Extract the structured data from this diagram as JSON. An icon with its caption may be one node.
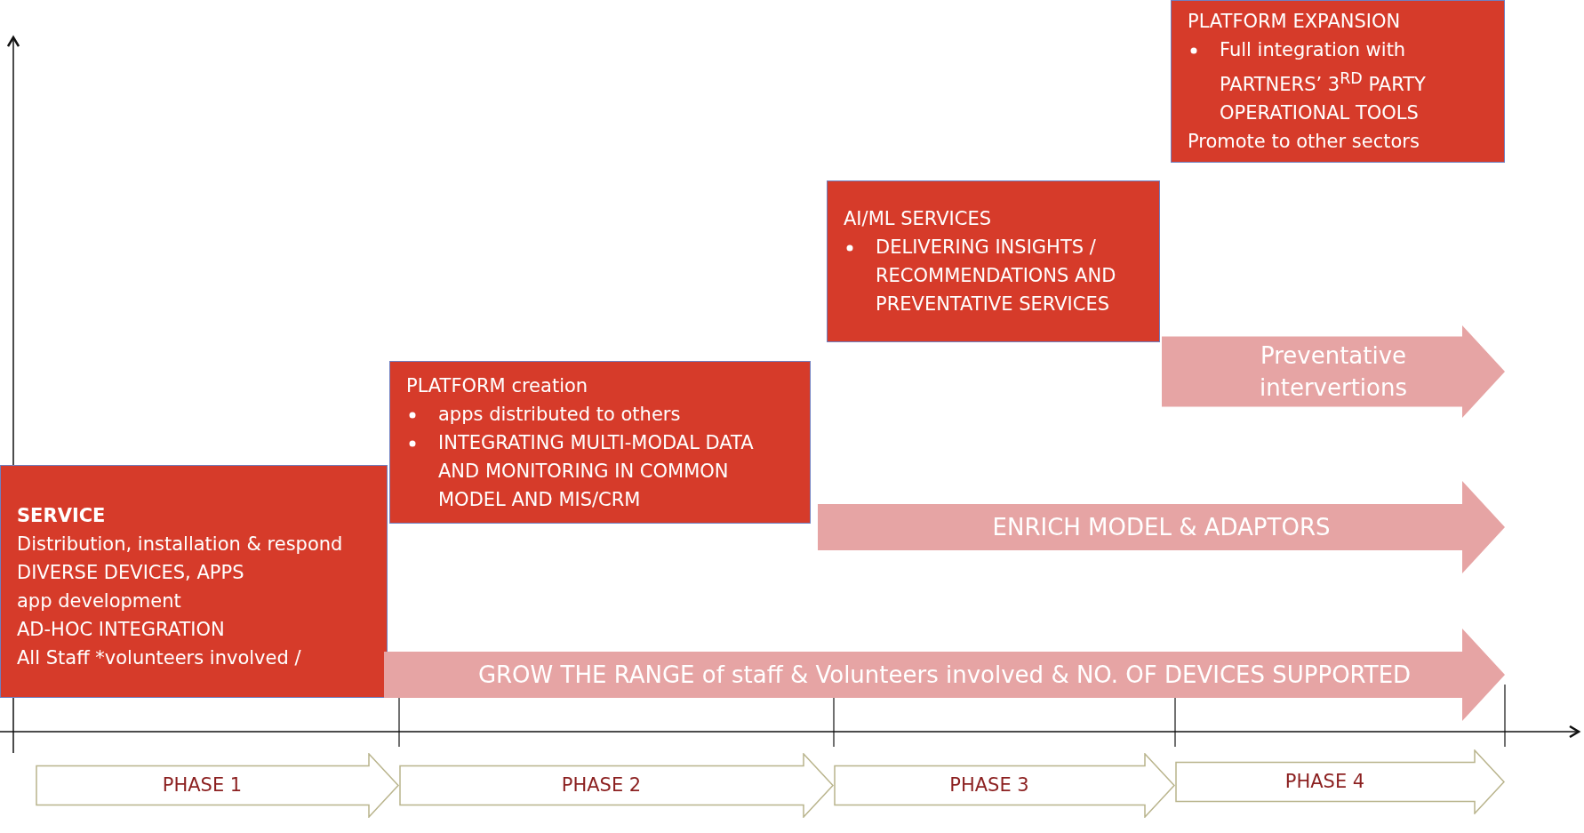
{
  "diagram": {
    "nodes": [
      {
        "text": [
          "SERVICE",
          "Distribution, installation & respond",
          "DIVERSE DEVICES, APPS",
          "app development",
          "AD-HOC INTEGRATION",
          "All Staff *volunteers involved /"
        ]
      },
      {
        "text": [
          "PLATFORM creation",
          "apps distributed to others",
          "INTEGRATING MULTI-MODAL DATA AND MONITORING IN COMMON MODEL AND MIS/CRM"
        ]
      },
      {
        "text": [
          "AI/ML SERVICES",
          "DELIVERING INSIGHTS / RECOMMENDATIONS AND PREVENTATIVE SERVICES"
        ]
      },
      {
        "text": [
          "PLATFORM EXPANSION",
          "Full integration with PARTNERS’ 3$^{RD}$ PARTY OPERATIONAL TOOLS",
          "Promote to other sectors"
        ]
      },
      {
        "text": [
          "Preventative intervertions"
        ]
      },
      {
        "text": [
          "ENRICH MODEL & ADAPTORS"
        ]
      },
      {
        "text": [
          "GROW THE RANGE of staff & Volunteers involved &  NO. OF DEVICES SUPPORTED"
        ]
      },
      {
        "text": [
          "PHASE 1"
        ]
      },
      {
        "text": [
          "PHASE 2"
        ]
      },
      {
        "text": [
          "PHASE 3"
        ]
      },
      {
        "text": [
          "PHASE 4"
        ]
      }
    ],
    "edges": []
  }
}
